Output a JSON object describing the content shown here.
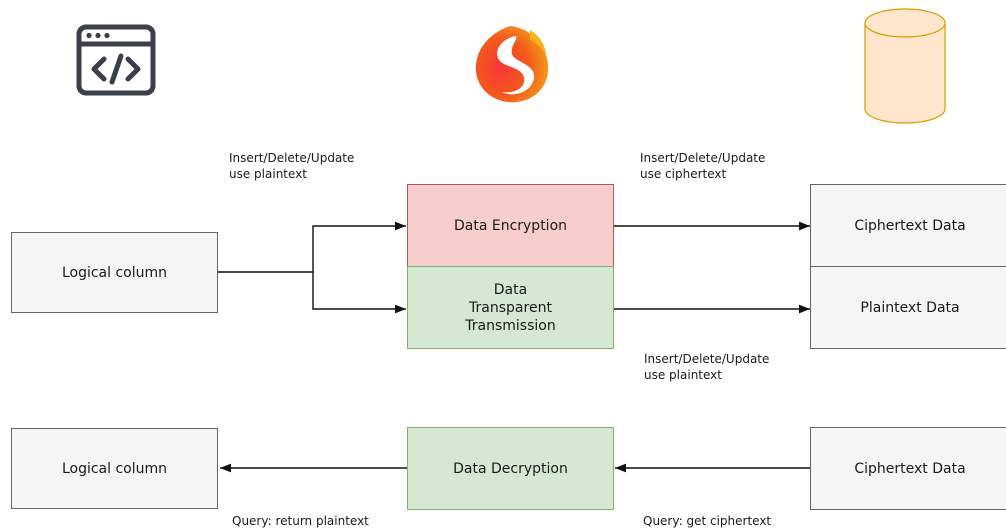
{
  "icons": {
    "app": "code-window-icon",
    "logo": "flame-logo-icon",
    "db": "database-icon"
  },
  "top": {
    "source": "Logical column",
    "encrypt": "Data Encryption",
    "transparent": "Data\nTransparent\nTransmission",
    "cipher_store": "Ciphertext Data",
    "plain_store": "Plaintext Data",
    "label_in_plain": "Insert/Delete/Update\nuse plaintext",
    "label_out_cipher": "Insert/Delete/Update\nuse ciphertext",
    "label_out_plain": "Insert/Delete/Update\nuse plaintext"
  },
  "bottom": {
    "target": "Logical column",
    "decrypt": "Data Decryption",
    "cipher_source": "Ciphertext Data",
    "label_return": "Query: return plaintext",
    "label_get": "Query: get ciphertext"
  },
  "colors": {
    "gray_fill": "#f5f5f5",
    "red_fill": "#f8cecc",
    "green_fill": "#d5e8d4",
    "db_fill": "#ffe6cc",
    "db_stroke": "#d79b00"
  }
}
